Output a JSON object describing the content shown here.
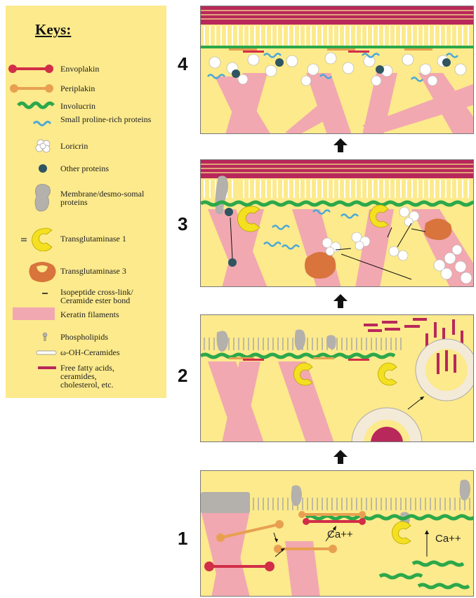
{
  "keys": {
    "title": "Keys:",
    "items": [
      {
        "label": "Envoplakin",
        "icon": "envoplakin-icon"
      },
      {
        "label": "Periplakin",
        "icon": "periplakin-icon"
      },
      {
        "label": "Involucrin",
        "icon": "involucrin-icon"
      },
      {
        "label": "Small proline-rich proteins",
        "icon": "sprr-icon"
      },
      {
        "label": "Loricrin",
        "icon": "loricrin-icon"
      },
      {
        "label": "Other proteins",
        "icon": "other-proteins-icon"
      },
      {
        "label": "Membrane/desmo-somal proteins",
        "icon": "membrane-protein-icon"
      },
      {
        "label": "Transglutaminase 1",
        "icon": "tgase1-icon"
      },
      {
        "label": "Transglutaminase 3",
        "icon": "tgase3-icon"
      },
      {
        "label": "Isopeptide cross-link/ Ceramide ester bond",
        "icon": "crosslink-icon"
      },
      {
        "label": "Keratin filaments",
        "icon": "keratin-icon"
      },
      {
        "label": "Phospholipids",
        "icon": "phospholipid-icon"
      },
      {
        "label": "ω-OH-Ceramides",
        "icon": "ceramide-icon"
      },
      {
        "label": "Free fatty acids, ceramides, cholesterol, etc.",
        "icon": "fatty-acid-icon"
      }
    ]
  },
  "steps": [
    {
      "number": "4"
    },
    {
      "number": "3"
    },
    {
      "number": "2"
    },
    {
      "number": "1",
      "ion_label_a": "Ca++",
      "ion_label_b": "Ca++"
    }
  ],
  "colors": {
    "background": "#fcea8c",
    "envoplakin": "#d22e48",
    "periplakin": "#e8a050",
    "involucrin": "#2ca84a",
    "sprr": "#4aa8d8",
    "keratin": "#f2a8b0",
    "tgase1": "#f4e020",
    "tgase3": "#d8743c",
    "lipid": "#b8285a",
    "other_protein": "#2f5560",
    "membrane_protein": "#b4b0ac"
  }
}
